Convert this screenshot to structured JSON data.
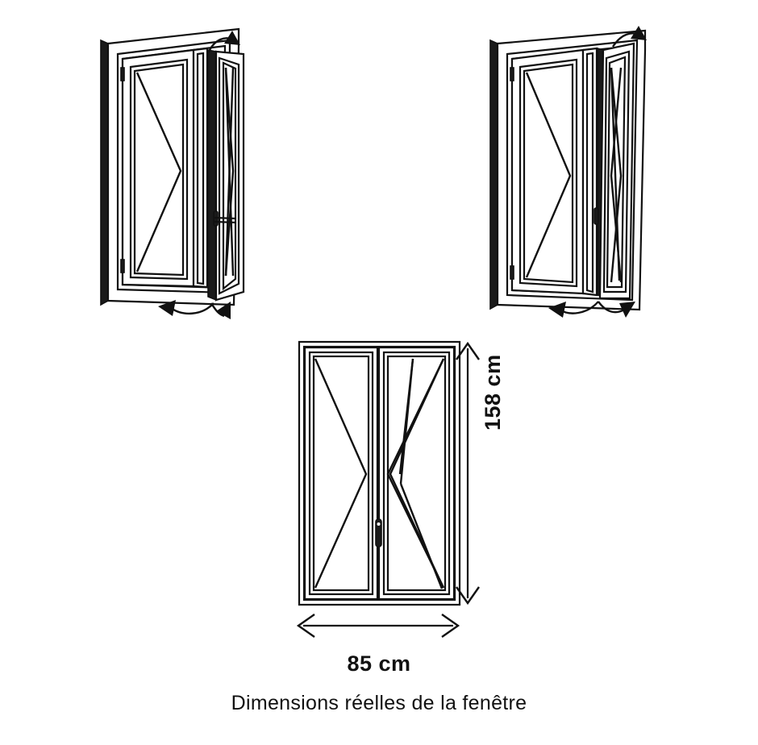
{
  "figure": {
    "title_caption": "Dimensions réelles de la fenêtre",
    "language": "fr",
    "subject": "window-technical-drawing",
    "background_color": "#ffffff",
    "line_color": "#111111"
  },
  "dimensions": {
    "height_label": "158 cm",
    "height_value": 158,
    "width_label": "85 cm",
    "width_value": 85,
    "unit": "cm"
  },
  "views": [
    {
      "id": "perspective-open",
      "position": "top-left",
      "description": "Vue en perspective, vantail droit ouvert",
      "sashes": 2,
      "open_sash": "right",
      "arrows": [
        "curved-arrow-top-right",
        "curved-arrow-bottom-left",
        "curved-arrow-bottom-right"
      ]
    },
    {
      "id": "perspective-closed",
      "position": "top-right",
      "description": "Vue en perspective, fenêtre fermée",
      "sashes": 2,
      "open_sash": "none",
      "arrows": [
        "curved-arrow-top-right",
        "curved-arrow-bottom-left",
        "curved-arrow-bottom-right"
      ]
    },
    {
      "id": "front-elevation",
      "position": "bottom-center",
      "description": "Vue de face avec cotations",
      "sashes": 2,
      "left_sash_symbol": "hinged-left-open-right",
      "right_sash_symbol": "tilt-and-turn",
      "handle": "vertical-handle-left-edge-right-sash"
    }
  ],
  "annotations": {
    "vertical_dimension_arrow": "double-headed-vertical-arrow",
    "horizontal_dimension_arrow": "double-headed-horizontal-arrow"
  }
}
